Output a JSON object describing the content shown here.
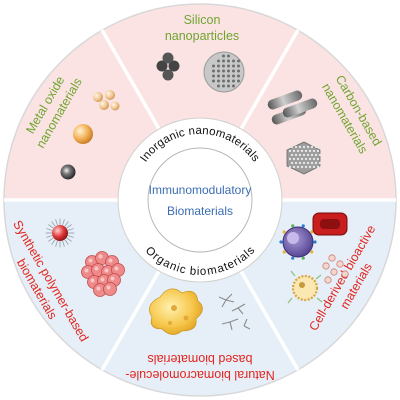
{
  "center": {
    "line1": "Immunomodulatory",
    "line2": "Biomaterials",
    "color": "#3b6db3"
  },
  "ring_labels": {
    "inorganic": "Inorganic nanomaterials",
    "organic": "Organic biomaterials"
  },
  "sectors": {
    "silicon": {
      "line1": "Silicon",
      "line2": "nanoparticles",
      "color": "#6fa52f"
    },
    "carbon": {
      "line1": "Carbon-based",
      "line2": "nanomaterials",
      "color": "#6fa52f"
    },
    "metal": {
      "line1": "Metal oxide",
      "line2": "nanomaterials",
      "color": "#6fa52f"
    },
    "synthetic": {
      "line1": "Synthetic polymer-based",
      "line2": "biomaterials",
      "color": "#e2251e"
    },
    "natural": {
      "line1": "Natural biomacromolecule-",
      "line2": "based biomaterials",
      "color": "#e2251e"
    },
    "cell": {
      "line1": "Cell-derived bioactive",
      "line2": "materials",
      "color": "#e2251e"
    }
  },
  "colors": {
    "inorganic_bg": "#fbe3e3",
    "organic_bg": "#e6eff8",
    "outline": "#c9c9c9"
  }
}
